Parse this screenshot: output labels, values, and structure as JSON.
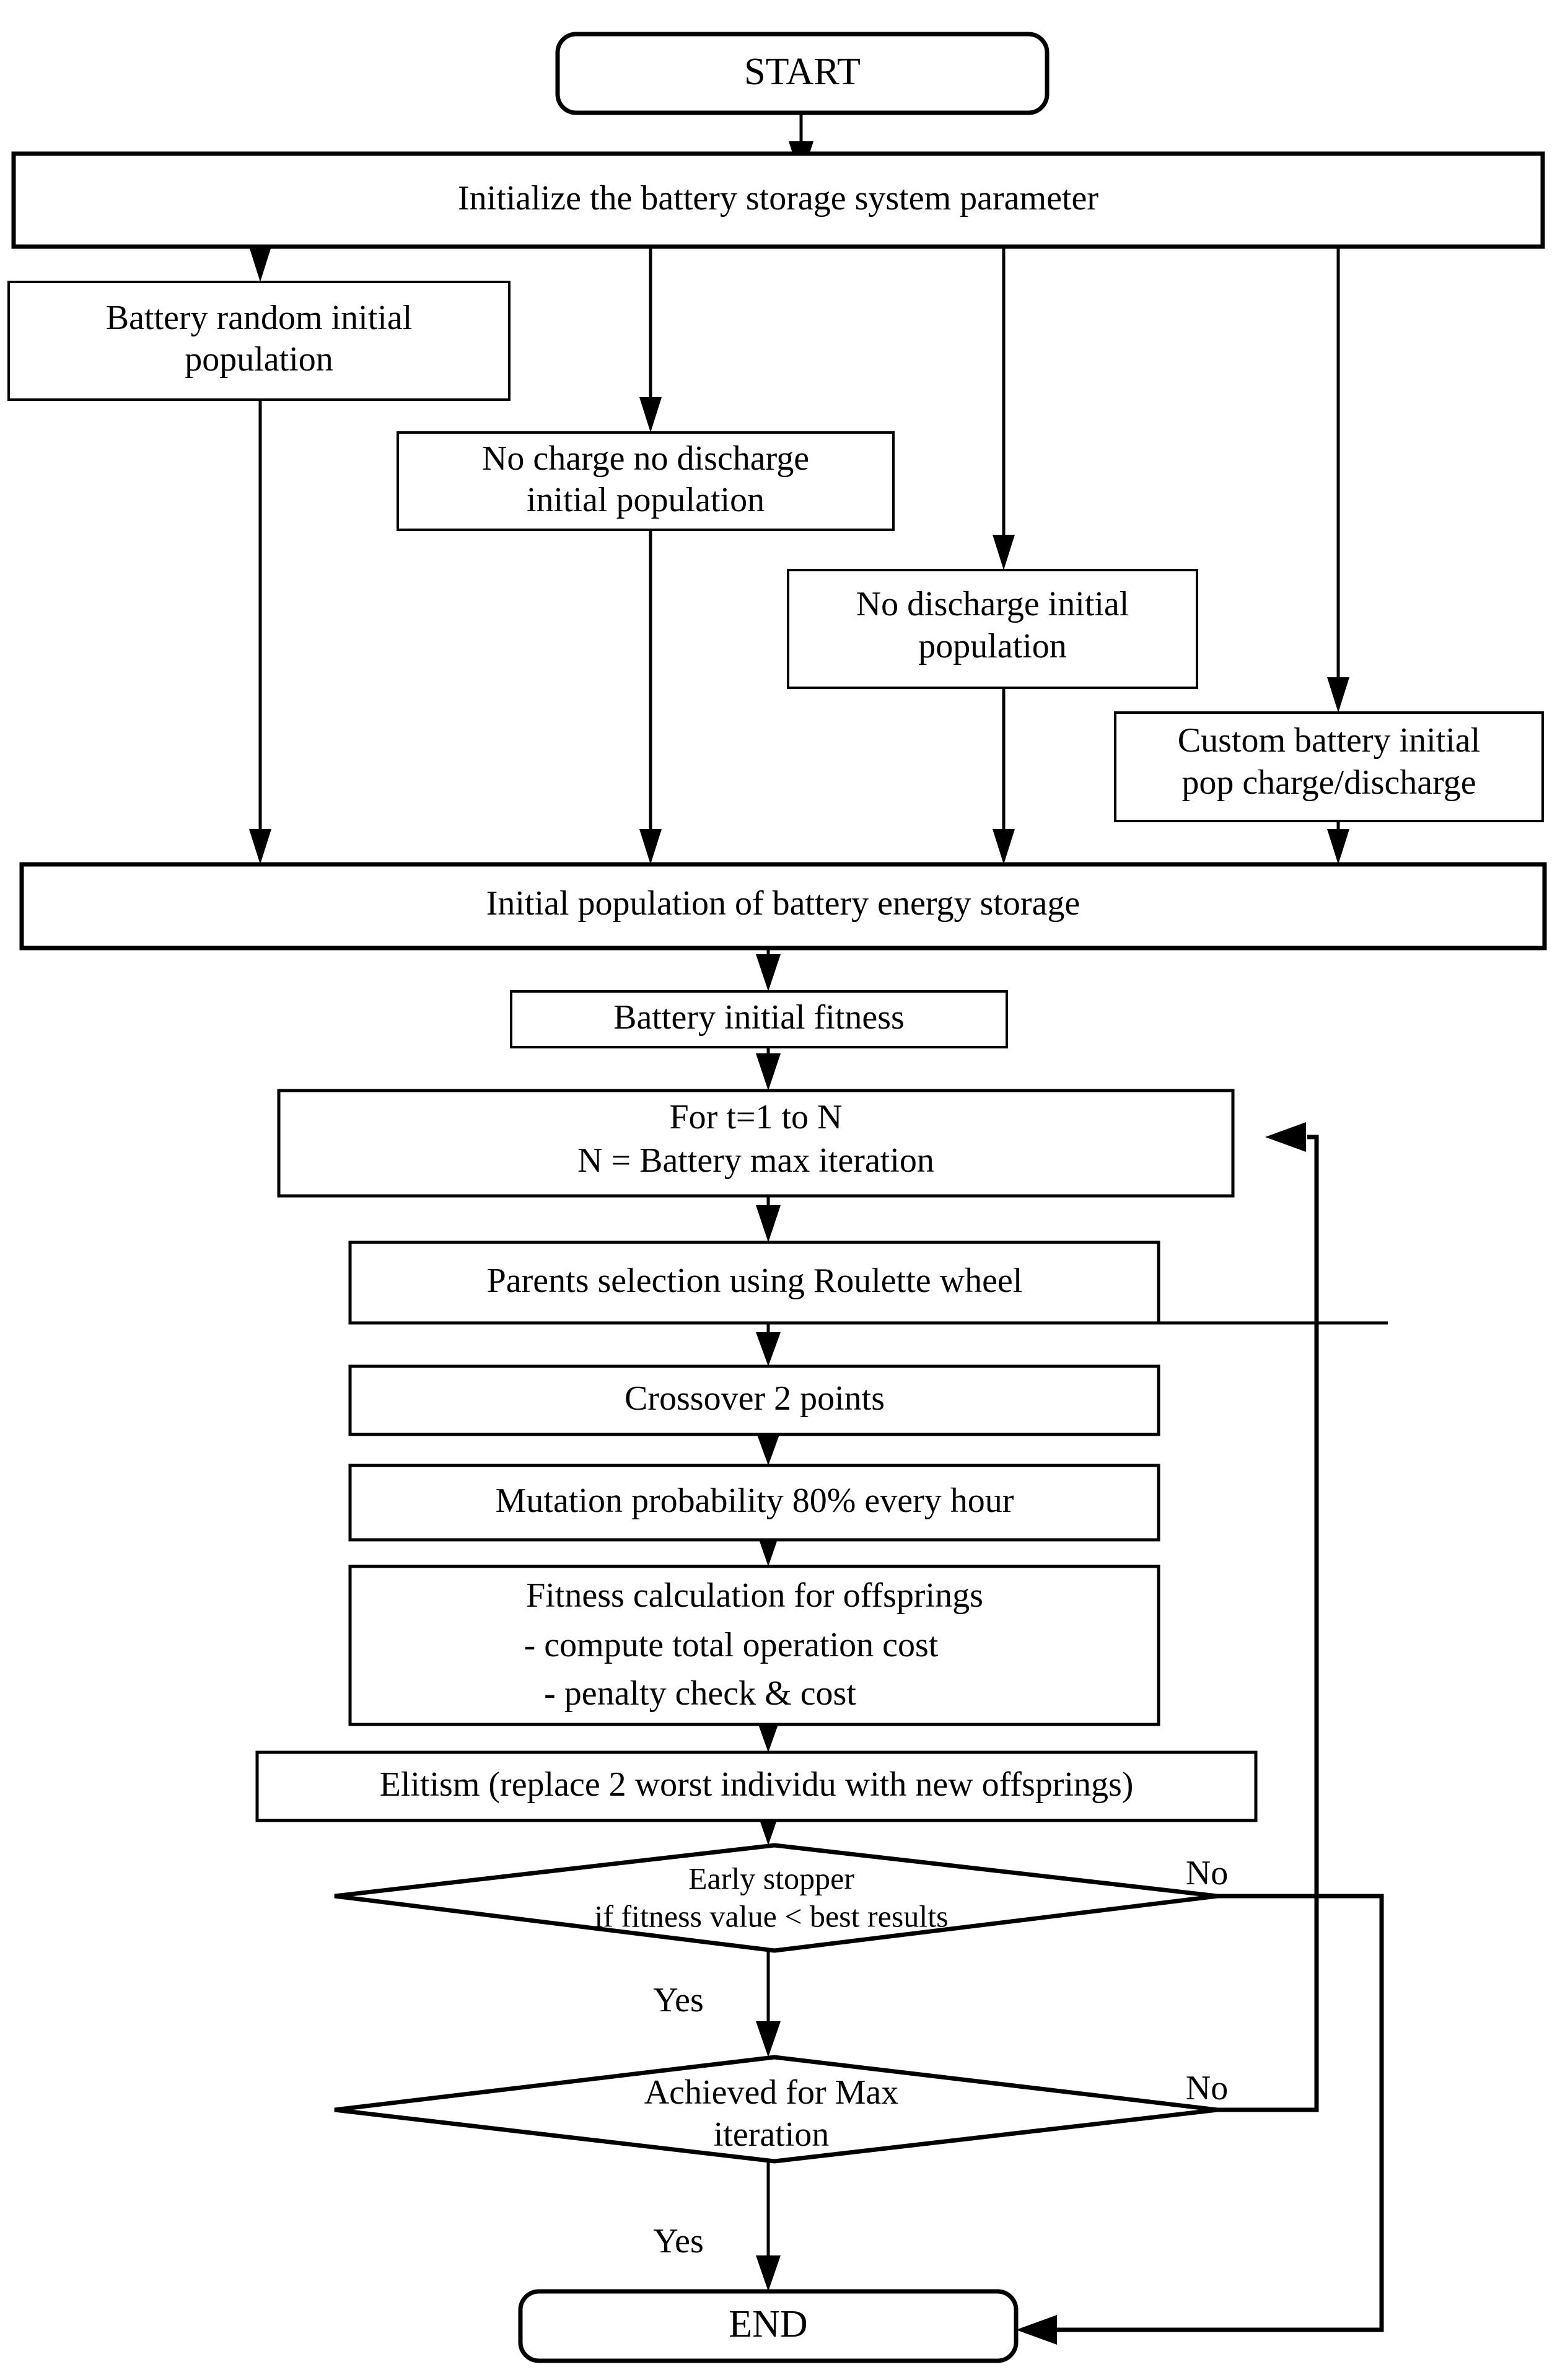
{
  "diagram": {
    "title": "Battery energy storage genetic algorithm flowchart",
    "type": "flowchart",
    "colors": {
      "background": "#ffffff",
      "stroke": "#000000",
      "text": "#000000",
      "fill": "#ffffff"
    }
  },
  "nodes": {
    "start": {
      "label": "START",
      "shape": "rounded-terminator"
    },
    "init_param": {
      "label": "Initialize the battery storage system parameter",
      "shape": "rectangle"
    },
    "pop_random": {
      "line1": "Battery random initial",
      "line2": "population",
      "shape": "rectangle"
    },
    "pop_no_charge_no_discharge": {
      "line1": "No charge no discharge",
      "line2": "initial population",
      "shape": "rectangle"
    },
    "pop_no_discharge": {
      "line1": "No discharge initial",
      "line2": "population",
      "shape": "rectangle"
    },
    "pop_custom": {
      "line1": "Custom battery initial",
      "line2": "pop charge/discharge",
      "shape": "rectangle"
    },
    "initial_population": {
      "label": "Initial population of battery energy storage",
      "shape": "rectangle"
    },
    "initial_fitness": {
      "label": "Battery initial fitness",
      "shape": "rectangle"
    },
    "loop_header": {
      "line1": "For t=1 to N",
      "line2": "N = Battery max iteration",
      "shape": "rectangle"
    },
    "selection": {
      "label": "Parents selection using Roulette wheel",
      "shape": "rectangle"
    },
    "crossover": {
      "label": "Crossover 2 points",
      "shape": "rectangle"
    },
    "mutation": {
      "label": "Mutation probability 80% every hour",
      "shape": "rectangle"
    },
    "fitness_offspring": {
      "line1": "Fitness calculation for offsprings",
      "line2": "- compute total operation cost",
      "line3": "- penalty check & cost",
      "shape": "rectangle"
    },
    "elitism": {
      "label": "Elitism (replace 2 worst individu with new offsprings)",
      "shape": "rectangle"
    },
    "early_stopper": {
      "line1": "Early stopper",
      "line2": "if fitness value < best results",
      "shape": "diamond"
    },
    "max_iteration": {
      "line1": "Achieved for Max",
      "line2": "iteration",
      "shape": "diamond"
    },
    "end": {
      "label": "END",
      "shape": "rounded-terminator"
    }
  },
  "edge_labels": {
    "early_stopper_no": "No",
    "early_stopper_yes": "Yes",
    "max_iteration_no": "No",
    "max_iteration_yes": "Yes"
  }
}
